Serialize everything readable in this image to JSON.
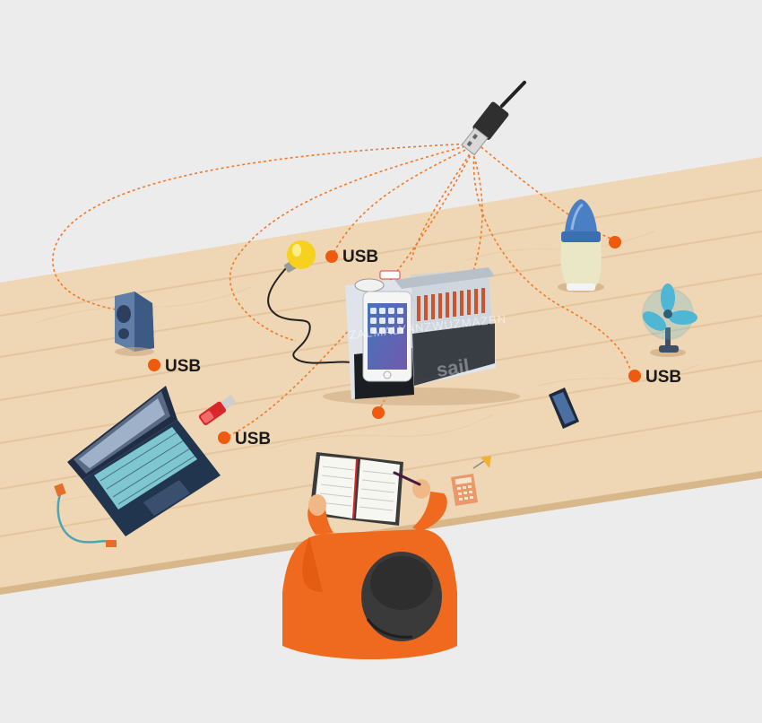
{
  "labels": {
    "usb_bulb": "USB",
    "usb_speaker": "USB",
    "usb_drive": "USB",
    "usb_fan": "USB"
  },
  "watermark": "ZALMALYANZWUZMAZBN",
  "device_brand": "sail",
  "colors": {
    "background": "#ececec",
    "desk": "#efd6b4",
    "desk_grain": "#e0bf94",
    "cable": "#f07a2a",
    "dot": "#ee5a10",
    "shirt": "#ef6a1f"
  }
}
